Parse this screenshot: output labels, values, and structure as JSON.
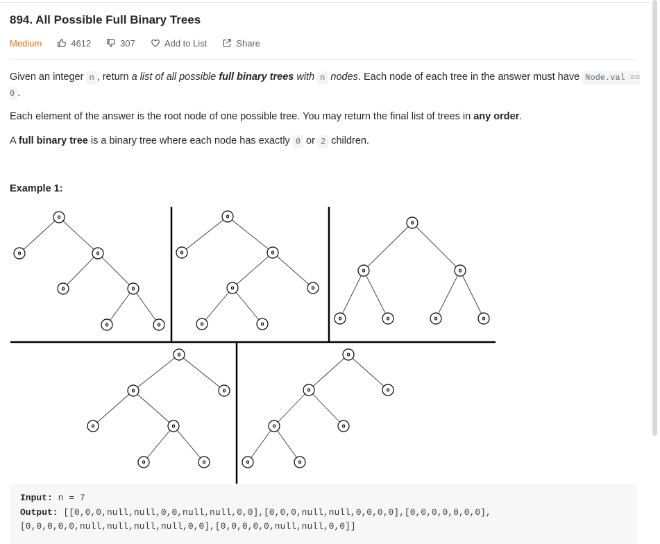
{
  "problem": {
    "title": "894. All Possible Full Binary Trees",
    "difficulty": "Medium",
    "likes": "4612",
    "dislikes": "307",
    "add_to_list": "Add to List",
    "share": "Share"
  },
  "description": {
    "p1_a": "Given an integer ",
    "p1_code_n": "n",
    "p1_b": ", return ",
    "p1_em1": "a list of all possible ",
    "p1_strong": "full binary trees",
    "p1_em2": " with",
    "p1_c": " ",
    "p1_code_n2": "n",
    "p1_em3": " nodes",
    "p1_d": ". Each node of each tree in the answer must have ",
    "p1_code_val": "Node.val == 0",
    "p1_e": ".",
    "p2_a": "Each element of the answer is the root node of one possible tree. You may return the final list of trees in ",
    "p2_strong": "any order",
    "p2_b": ".",
    "p3_a": "A ",
    "p3_strong": "full binary tree",
    "p3_b": " is a binary tree where each node has exactly ",
    "p3_code0": "0",
    "p3_c": " or ",
    "p3_code2": "2",
    "p3_d": " children."
  },
  "example": {
    "label": "Example 1:",
    "node_value": "0",
    "input_label": "Input:",
    "input_value": "n = 7",
    "output_label": "Output:",
    "output_line1": "[[0,0,0,null,null,0,0,null,null,0,0],[0,0,0,null,null,0,0,0,0],[0,0,0,0,0,0,0],",
    "output_line2": "[0,0,0,0,0,null,null,null,null,0,0],[0,0,0,0,0,null,null,0,0]]"
  },
  "colors": {
    "difficulty": "#ef6c00",
    "text": "#262626",
    "muted": "#5c5c5c"
  },
  "icons": [
    "thumbs-up-icon",
    "thumbs-down-icon",
    "heart-icon",
    "share-icon"
  ]
}
